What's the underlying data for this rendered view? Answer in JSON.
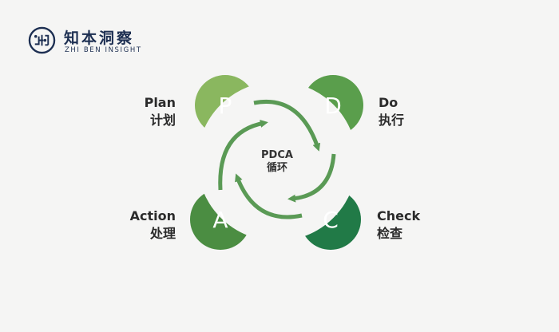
{
  "brand": {
    "name_cn": "知本洞察",
    "name_en": "ZHI BEN INSIGHT"
  },
  "center": {
    "title": "PDCA",
    "subtitle": "循环"
  },
  "stages": [
    {
      "letter": "P",
      "en": "Plan",
      "cn": "计划",
      "color": "#8ab75f"
    },
    {
      "letter": "D",
      "en": "Do",
      "cn": "执行",
      "color": "#5a9e4c"
    },
    {
      "letter": "C",
      "en": "Check",
      "cn": "检查",
      "color": "#217a47"
    },
    {
      "letter": "A",
      "en": "Action",
      "cn": "处理",
      "color": "#4b8d42"
    }
  ],
  "colors": {
    "arrow": "#5a9a55",
    "brand": "#1d2f52",
    "background": "#f5f5f4"
  }
}
